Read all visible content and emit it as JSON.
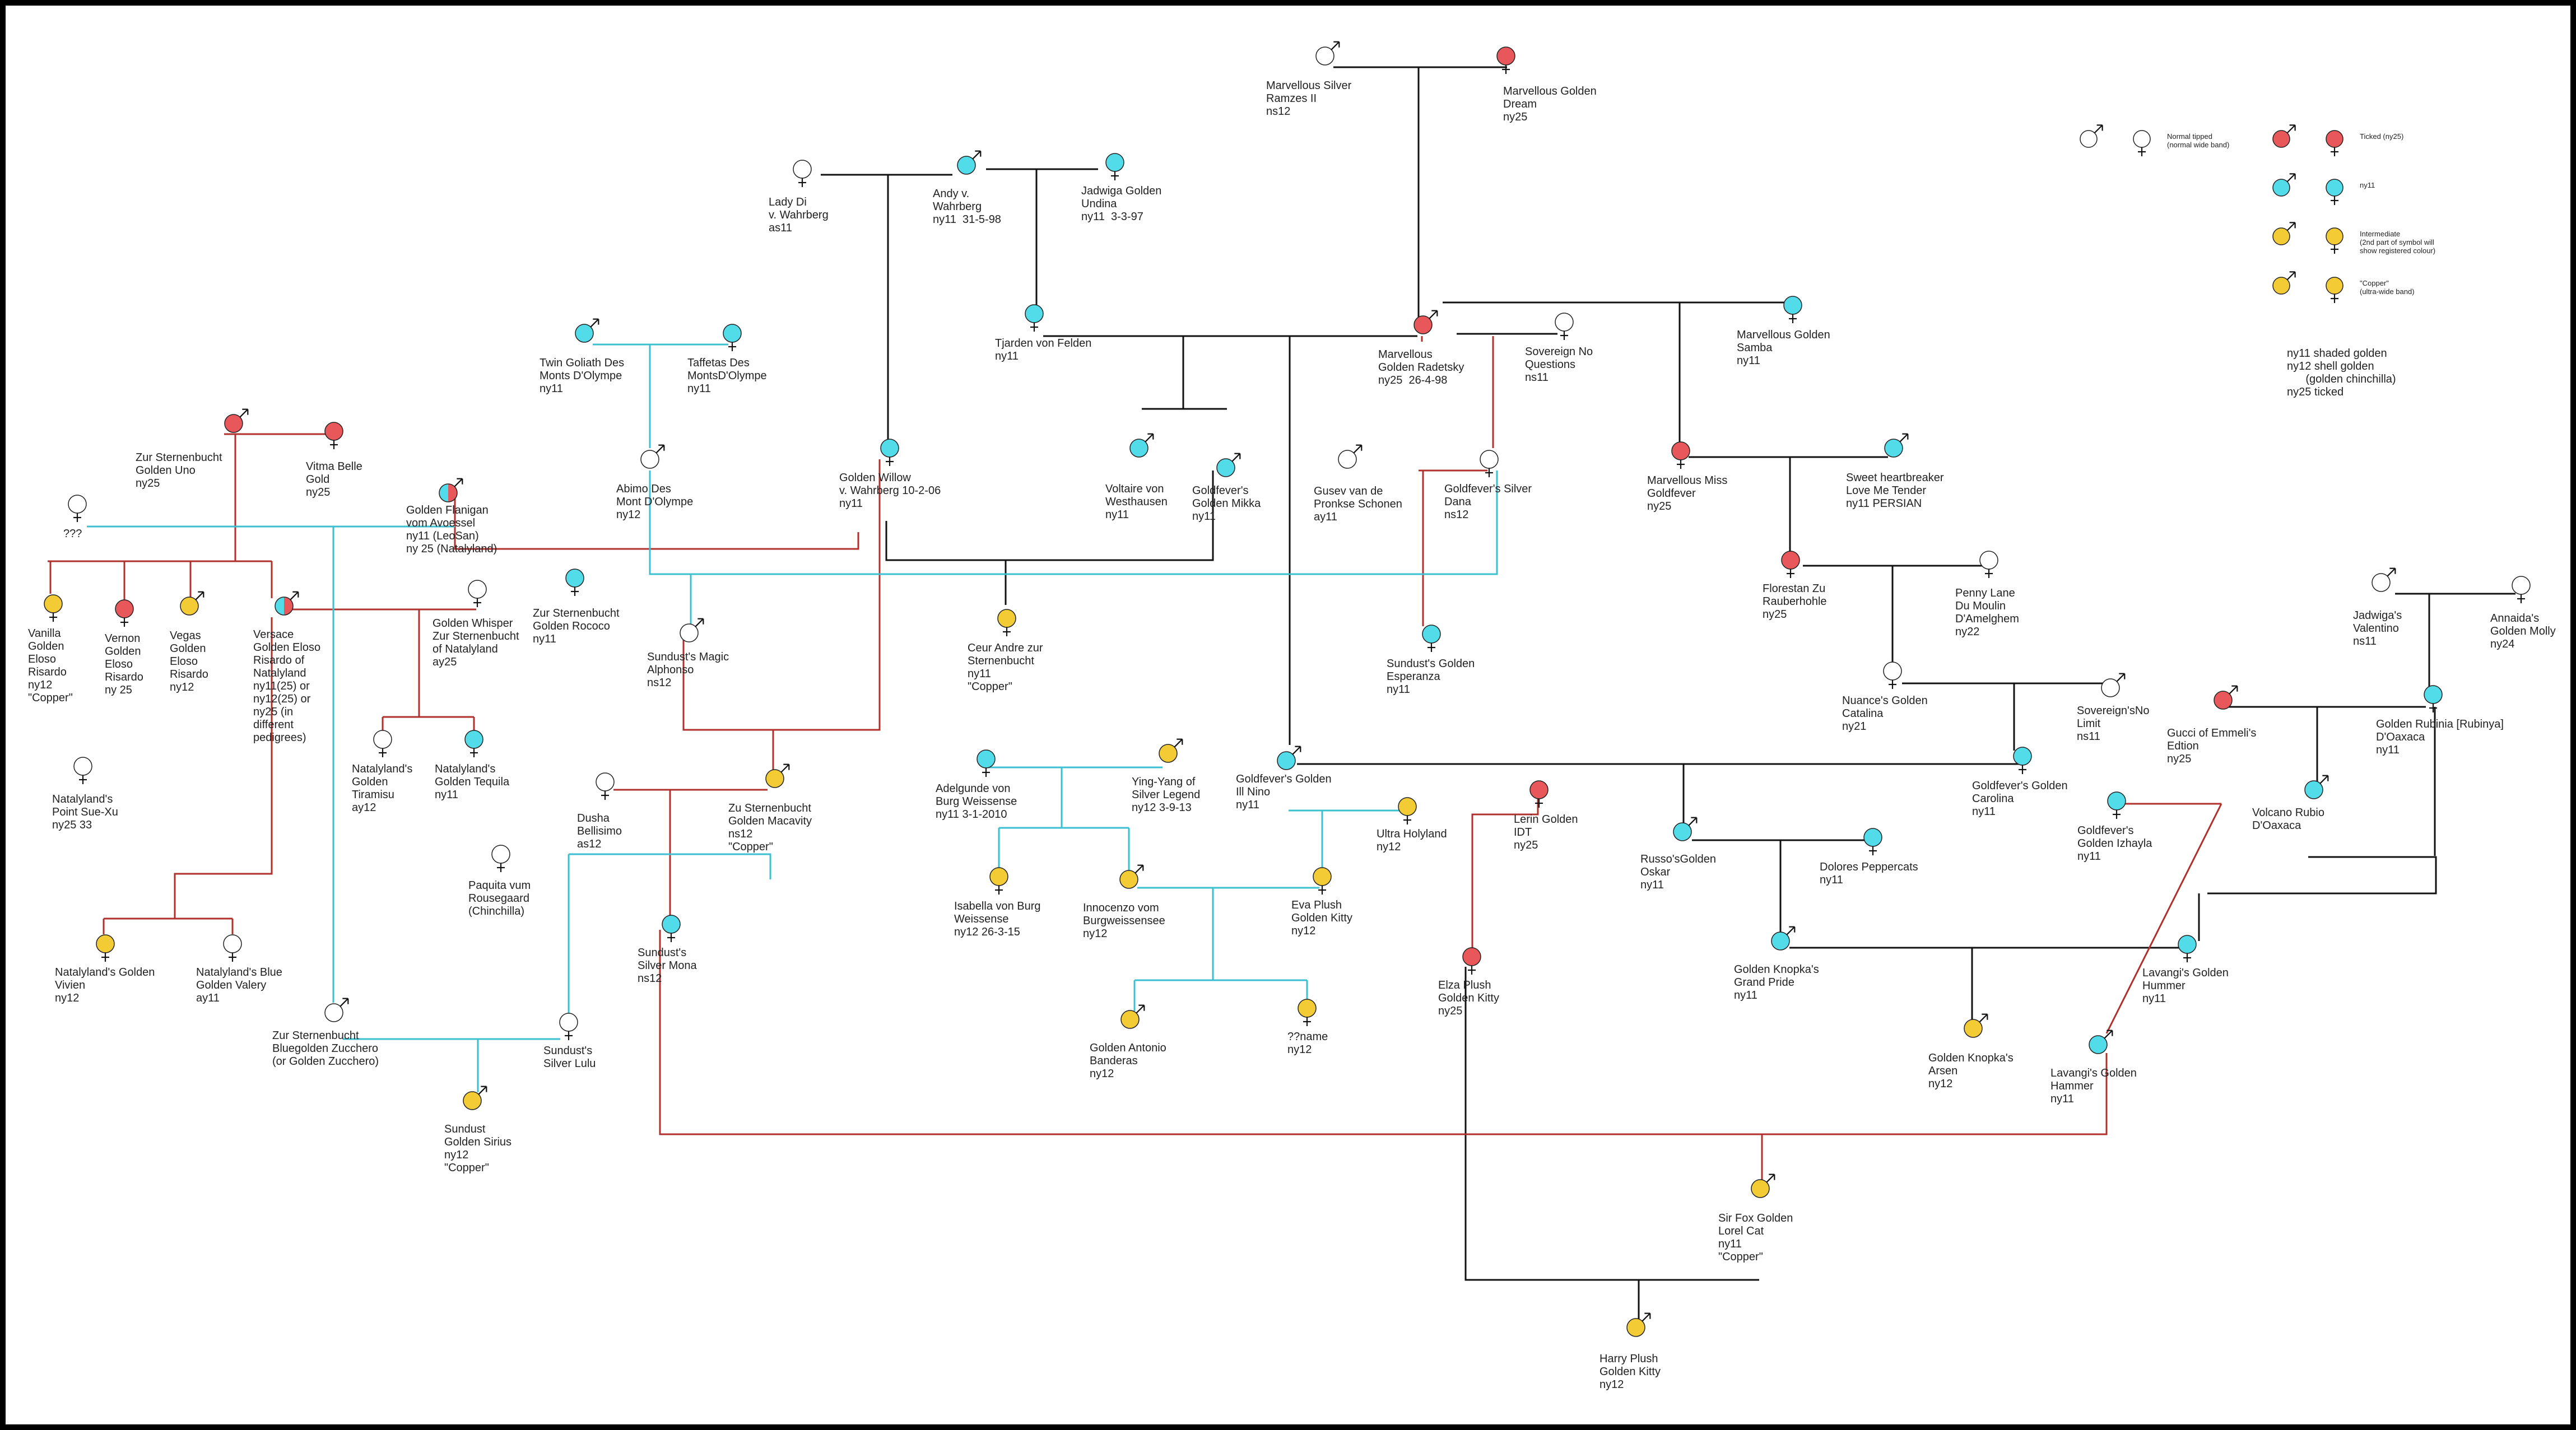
{
  "colors": {
    "normal": "#ffffff",
    "ticked": "#e8585b",
    "ny11": "#52dbe8",
    "golden": "#f3cc35",
    "red_line": "#b0302c",
    "cyan_line": "#3bbfd1",
    "black_line": "#111111"
  },
  "legend": {
    "normal": "Normal tipped\n(normal wide band)",
    "ticked": "Ticked (ny25)",
    "ny11": "ny11",
    "intermediate": "Intermediate\n(2nd part of symbol will\nshow registered colour)",
    "copper": "\"Copper\"\n(ultra-wide band)",
    "codes": "ny11 shaded golden\nny12 shell golden\n      (golden chinchilla)\nny25 ticked"
  },
  "cats": [
    {
      "id": "ramzes",
      "label": "Marvellous Silver\nRamzes II\nns12",
      "sex": "m",
      "color": "normal"
    },
    {
      "id": "dream",
      "label": "Marvellous Golden\nDream\nny25",
      "sex": "f",
      "color": "ticked"
    },
    {
      "id": "ladydi",
      "label": "Lady Di\nv. Wahrberg\nas11",
      "sex": "f",
      "color": "normal"
    },
    {
      "id": "andy",
      "label": "Andy v.\nWahrberg\nny11  31-5-98",
      "sex": "m",
      "color": "ny11"
    },
    {
      "id": "undina",
      "label": "Jadwiga Golden\nUndina\nny11  3-3-97",
      "sex": "f",
      "color": "ny11"
    },
    {
      "id": "tjarden",
      "label": "Tjarden von Felden\nny11",
      "sex": "f",
      "color": "ny11"
    },
    {
      "id": "radetsky",
      "label": "Marvellous\nGolden Radetsky\nny25  26-4-98",
      "sex": "m",
      "color": "ticked"
    },
    {
      "id": "sovereign",
      "label": "Sovereign No\nQuestions\nns11",
      "sex": "f",
      "color": "normal"
    },
    {
      "id": "samba",
      "label": "Marvellous Golden\nSamba\nny11",
      "sex": "f",
      "color": "ny11"
    },
    {
      "id": "goliath",
      "label": "Twin Goliath Des\nMonts D'Olympe\nny11",
      "sex": "m",
      "color": "ny11"
    },
    {
      "id": "taffetas",
      "label": "Taffetas Des\nMontsD'Olympe\nny11",
      "sex": "f",
      "color": "ny11"
    },
    {
      "id": "uno",
      "label": "Zur Sternenbucht\nGolden Uno\nny25",
      "sex": "m",
      "color": "ticked"
    },
    {
      "id": "vitma",
      "label": "Vitma Belle\nGold\nny25",
      "sex": "f",
      "color": "ticked"
    },
    {
      "id": "qqq",
      "label": "???",
      "sex": "f",
      "color": "normal"
    },
    {
      "id": "flanigan",
      "label": "Golden Flanigan\nvom Avoessel\nny11 (LeoSan)\nny 25 (Natalyland)",
      "sex": "m",
      "color": "split"
    },
    {
      "id": "abimo",
      "label": "Abimo Des\nMont D'Olympe\nny12",
      "sex": "m",
      "color": "normal"
    },
    {
      "id": "willow",
      "label": "Golden Willow\nv. Wahrberg 10-2-06\nny11",
      "sex": "f",
      "color": "ny11"
    },
    {
      "id": "voltaire",
      "label": "Voltaire von\nWesthausen\nny11",
      "sex": "m",
      "color": "ny11"
    },
    {
      "id": "mikka",
      "label": "Goldfever's\nGolden Mikka\nny11",
      "sex": "m",
      "color": "ny11"
    },
    {
      "id": "gusev",
      "label": "Gusev van de\nPronkse Schonen\nay11",
      "sex": "m",
      "color": "normal"
    },
    {
      "id": "dana",
      "label": "Goldfever's Silver\nDana\nns12",
      "sex": "f",
      "color": "normal"
    },
    {
      "id": "goldfever",
      "label": "Marvellous Miss\nGoldfever\nny25",
      "sex": "f",
      "color": "ticked"
    },
    {
      "id": "loveme",
      "label": "Sweet heartbreaker\nLove Me Tender\nny11 PERSIAN",
      "sex": "m",
      "color": "ny11"
    },
    {
      "id": "vanilla",
      "label": "Vanilla\nGolden\nEloso\nRisardo\nny12\n\"Copper\"",
      "sex": "f",
      "color": "golden"
    },
    {
      "id": "vernon",
      "label": "Vernon\nGolden\nEloso\nRisardo\nny 25",
      "sex": "f",
      "color": "ticked"
    },
    {
      "id": "vegas",
      "label": "Vegas\nGolden\nEloso\nRisardo\nny12",
      "sex": "m",
      "color": "golden"
    },
    {
      "id": "versace",
      "label": "Versace\nGolden Eloso\nRisardo of\nNatalyland\nny11(25) or\nny12(25) or\nny25 (in\ndifferent\npedigrees)",
      "sex": "m",
      "color": "split"
    },
    {
      "id": "whisper",
      "label": "Golden Whisper\nZur Sternenbucht\nof Natalyland\nay25",
      "sex": "f",
      "color": "normal"
    },
    {
      "id": "rococo",
      "label": "Zur Sternenbucht\nGolden Rococo\nny11",
      "sex": "f",
      "color": "ny11"
    },
    {
      "id": "alphonso",
      "label": "Sundust's Magic\nAlphonso\nns12",
      "sex": "m",
      "color": "normal"
    },
    {
      "id": "ceur",
      "label": "Ceur Andre zur\nSternenbucht\nny11\n\"Copper\"",
      "sex": "f",
      "color": "golden"
    },
    {
      "id": "esperanza",
      "label": "Sundust's Golden\nEsperanza\nny11",
      "sex": "f",
      "color": "ny11"
    },
    {
      "id": "florestan",
      "label": "Florestan Zu\nRauberhohle\nny25",
      "sex": "f",
      "color": "ticked"
    },
    {
      "id": "penny",
      "label": "Penny Lane\nDu Moulin\nD'Amelghem\nny22",
      "sex": "f",
      "color": "normal"
    },
    {
      "id": "valentino",
      "label": "Jadwiga's\nValentino\nns11",
      "sex": "m",
      "color": "normal"
    },
    {
      "id": "molly",
      "label": "Annaida's\nGolden Molly\nny24",
      "sex": "f",
      "color": "normal"
    },
    {
      "id": "catalina",
      "label": "Nuance's Golden\nCatalina\nny21",
      "sex": "f",
      "color": "normal"
    },
    {
      "id": "nolimit",
      "label": "Sovereign'sNo\nLimit\nns11",
      "sex": "m",
      "color": "normal"
    },
    {
      "id": "tiramisu",
      "label": "Natalyland's\nGolden\nTiramisu\nay12",
      "sex": "f",
      "color": "normal"
    },
    {
      "id": "tequila",
      "label": "Natalyland's\nGolden Tequila\nny11",
      "sex": "f",
      "color": "ny11"
    },
    {
      "id": "suexu",
      "label": "Natalyland's\nPoint Sue-Xu\nny25 33",
      "sex": "f",
      "color": "normal"
    },
    {
      "id": "dusha",
      "label": "Dusha\nBellisimo\nas12",
      "sex": "f",
      "color": "normal"
    },
    {
      "id": "macavity",
      "label": "Zu Sternenbucht\nGolden Macavity\nns12\n\"Copper\"",
      "sex": "m",
      "color": "golden"
    },
    {
      "id": "adelgunde",
      "label": "Adelgunde von\nBurg Weissense\nny11 3-1-2010",
      "sex": "f",
      "color": "ny11"
    },
    {
      "id": "yingyang",
      "label": "Ying-Yang of\nSilver Legend\nny12 3-9-13",
      "sex": "m",
      "color": "golden"
    },
    {
      "id": "nino",
      "label": "Goldfever's Golden\nIll Nino\nny11",
      "sex": "m",
      "color": "ny11"
    },
    {
      "id": "holyland",
      "label": "Ultra Holyland\nny12",
      "sex": "f",
      "color": "golden"
    },
    {
      "id": "idt",
      "label": "Lerin Golden\nIDT\nny25",
      "sex": "f",
      "color": "ticked"
    },
    {
      "id": "carolina",
      "label": "Goldfever's Golden\nCarolina\nny11",
      "sex": "f",
      "color": "ny11"
    },
    {
      "id": "gucci",
      "label": "Gucci of Emmeli's\nEdtion\nny25",
      "sex": "m",
      "color": "ticked"
    },
    {
      "id": "rubinia",
      "label": "Golden Rubinia [Rubinya]\nD'Oaxaca\nny11",
      "sex": "f",
      "color": "ny11"
    },
    {
      "id": "volcano",
      "label": "Volcano Rubio\nD'Oaxaca",
      "sex": "m",
      "color": "ny11"
    },
    {
      "id": "izhayla",
      "label": "Goldfever's\nGolden Izhayla\nny11",
      "sex": "f",
      "color": "ny11"
    },
    {
      "id": "paquita",
      "label": "Paquita vum\nRousegaard\n(Chinchilla)",
      "sex": "f",
      "color": "normal"
    },
    {
      "id": "mona",
      "label": "Sundust's\nSilver Mona\nns12",
      "sex": "f",
      "color": "ny11"
    },
    {
      "id": "isabella",
      "label": "Isabella von Burg\nWeissense\nny12 26-3-15",
      "sex": "f",
      "color": "golden"
    },
    {
      "id": "innocenzo",
      "label": "Innocenzo vom\nBurgweissensee\nny12",
      "sex": "m",
      "color": "golden"
    },
    {
      "id": "eva",
      "label": "Eva Plush\nGolden Kitty\nny12",
      "sex": "f",
      "color": "golden"
    },
    {
      "id": "oskar",
      "label": "Russo'sGolden\nOskar\nny11",
      "sex": "m",
      "color": "ny11"
    },
    {
      "id": "dolores",
      "label": "Dolores Peppercats\nny11",
      "sex": "f",
      "color": "ny11"
    },
    {
      "id": "vivien",
      "label": "Natalyland's Golden\nVivien\nny12",
      "sex": "f",
      "color": "golden"
    },
    {
      "id": "valery",
      "label": "Natalyland's Blue\nGolden Valery\nay11",
      "sex": "f",
      "color": "normal"
    },
    {
      "id": "zucchero",
      "label": "Zur Sternenbucht\nBluegolden Zucchero\n(or Golden Zucchero)",
      "sex": "m",
      "color": "normal"
    },
    {
      "id": "lulu",
      "label": "Sundust's\nSilver Lulu",
      "sex": "f",
      "color": "normal"
    },
    {
      "id": "sirius",
      "label": "Sundust\nGolden Sirius\nny12\n\"Copper\"",
      "sex": "m",
      "color": "golden"
    },
    {
      "id": "banderas",
      "label": "Golden Antonio\nBanderas\nny12",
      "sex": "m",
      "color": "golden"
    },
    {
      "id": "qname",
      "label": "??name\nny12",
      "sex": "f",
      "color": "golden"
    },
    {
      "id": "elza",
      "label": "Elza Plush\nGolden Kitty\nny25",
      "sex": "f",
      "color": "ticked"
    },
    {
      "id": "grandpride",
      "label": "Golden Knopka's\nGrand Pride\nny11",
      "sex": "m",
      "color": "ny11"
    },
    {
      "id": "arsen",
      "label": "Golden Knopka's\nArsen\nny12",
      "sex": "m",
      "color": "golden"
    },
    {
      "id": "hummer",
      "label": "Lavangi's Golden\nHummer\nny11",
      "sex": "f",
      "color": "ny11"
    },
    {
      "id": "hammer",
      "label": "Lavangi's Golden\nHammer\nny11",
      "sex": "m",
      "color": "ny11"
    },
    {
      "id": "lorel",
      "label": "Sir Fox Golden\nLorel Cat\nny11\n\"Copper\"",
      "sex": "m",
      "color": "golden"
    },
    {
      "id": "harry",
      "label": "Harry Plush\nGolden Kitty\nny12",
      "sex": "m",
      "color": "golden"
    }
  ]
}
